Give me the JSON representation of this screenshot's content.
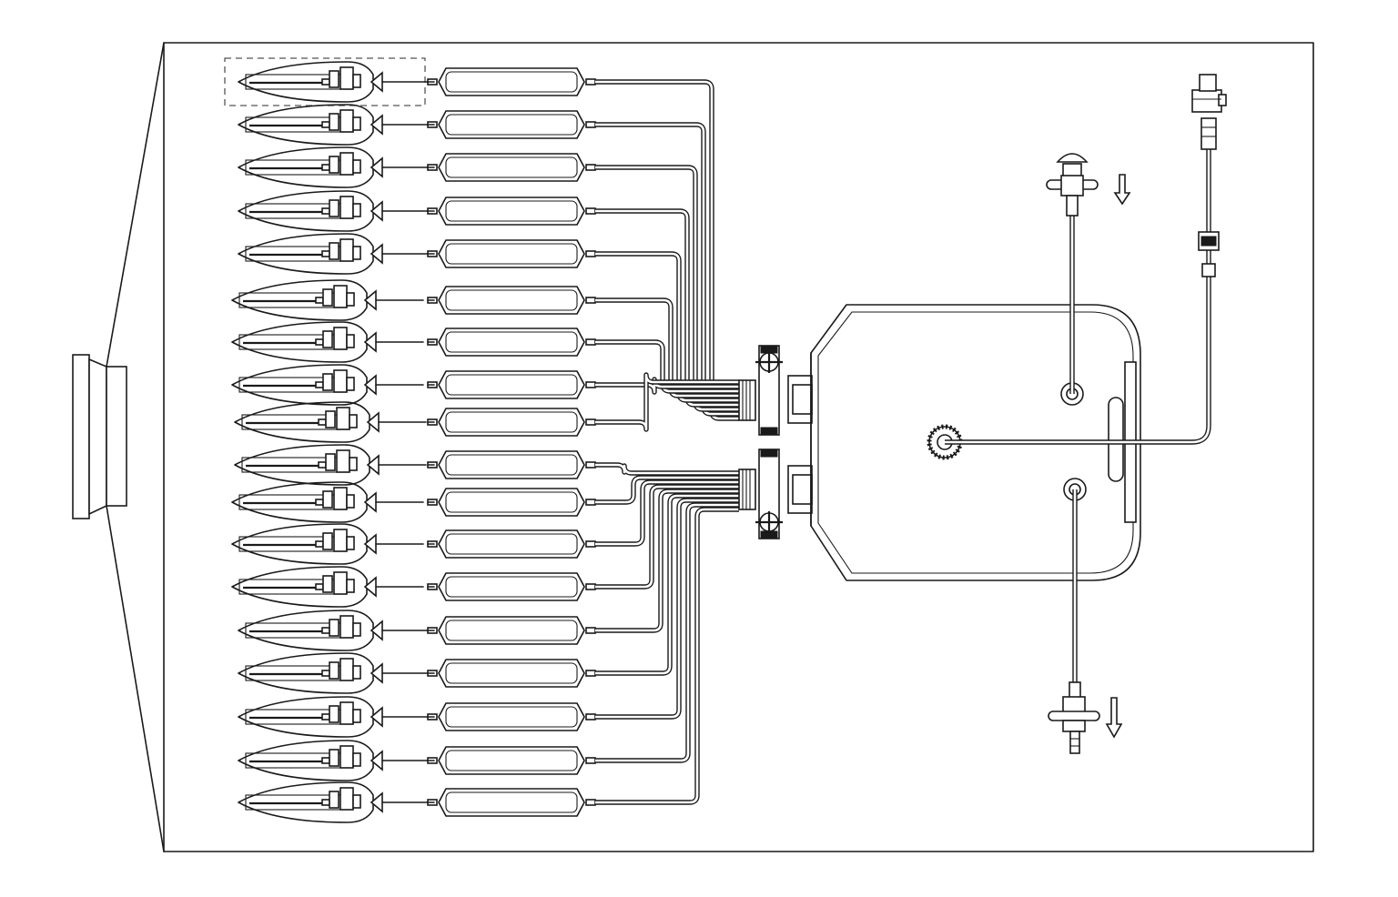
{
  "diagram": {
    "colors": {
      "line": "#1a1a1a",
      "background": "#ffffff",
      "highlight_box": "#555555"
    },
    "manifold_upper_count": 9,
    "manifold_lower_count": 9,
    "highlighted_unit_index": 0,
    "flow_arrows": [
      "down",
      "down"
    ],
    "icons": [
      "cryovial-bottle-icon",
      "storage-bag-icon",
      "manifold-connector-icon",
      "bioreactor-bag-icon",
      "filter-port-icon",
      "spike-connector-icon",
      "impeller-icon"
    ]
  }
}
